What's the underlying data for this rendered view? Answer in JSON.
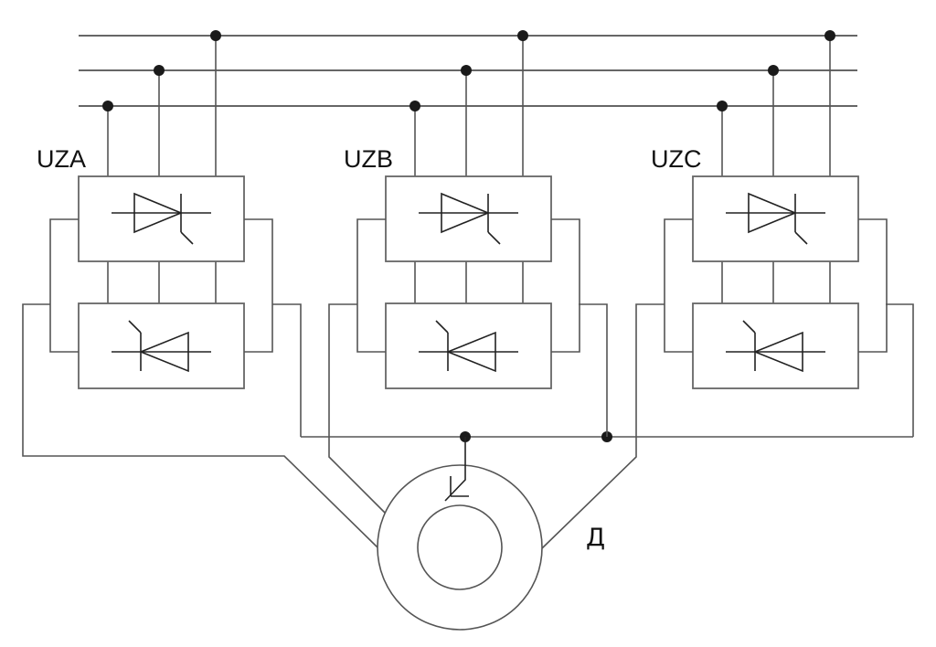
{
  "diagram": {
    "type": "electrical-schematic",
    "description": "Three reversible thyristor converters feeding a motor from a three-phase bus",
    "bus": {
      "phases": 3
    },
    "converters": [
      {
        "id": "UZA",
        "label": "UZA"
      },
      {
        "id": "UZB",
        "label": "UZB"
      },
      {
        "id": "UZC",
        "label": "UZC"
      }
    ],
    "converter_elements": {
      "upper": "thyristor-forward",
      "lower": "thyristor-reverse"
    },
    "motor": {
      "label": "Д"
    },
    "colors": {
      "line": "#555555",
      "dot": "#1a1a1a",
      "text": "#111111",
      "background": "#ffffff"
    }
  }
}
